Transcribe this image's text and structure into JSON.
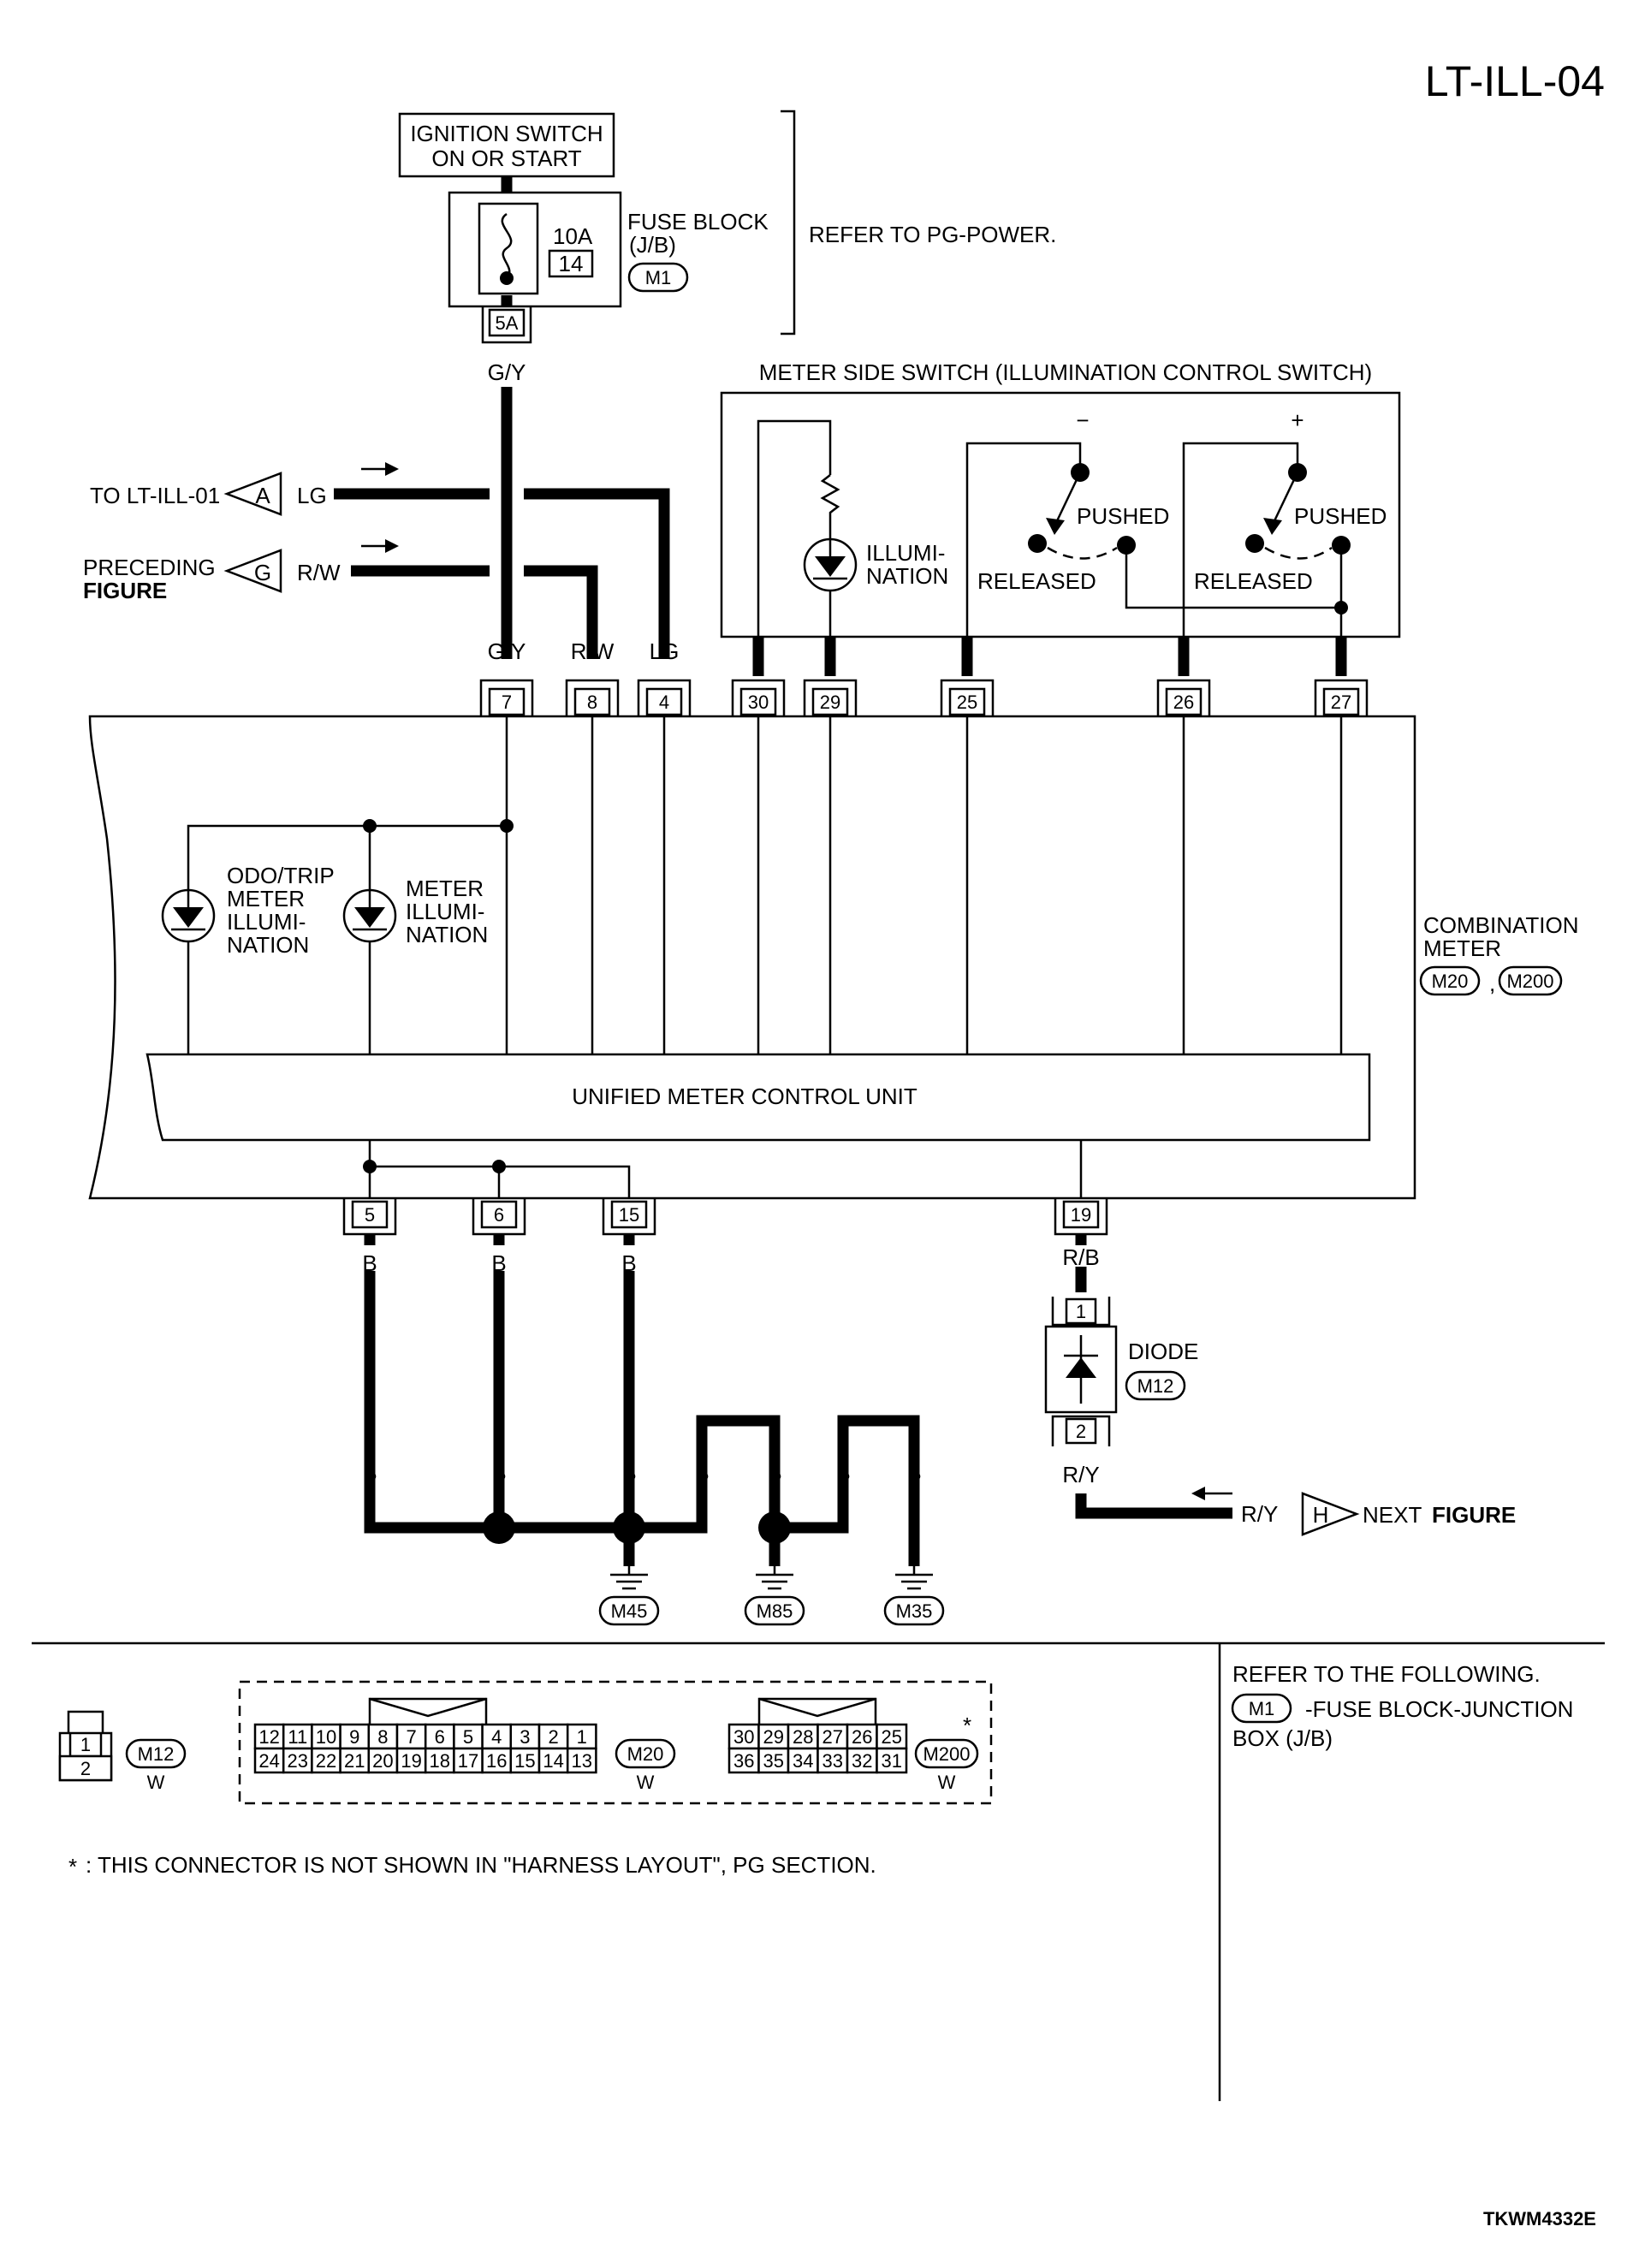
{
  "page_id": "LT-ILL-04",
  "figure_code": "TKWM4332E",
  "power": {
    "ignition_line1": "IGNITION SWITCH",
    "ignition_line2": "ON OR START",
    "fuse_rating": "10A",
    "fuse_number": "14",
    "fuse_block_line1": "FUSE BLOCK",
    "fuse_block_line2": "(J/B)",
    "fuse_block_connector": "M1",
    "fuse_connector": "5A",
    "refer": "REFER TO PG-POWER.",
    "wire_gy": "G/Y"
  },
  "inputs": {
    "a_text": "TO LT-ILL-01",
    "a_letter": "A",
    "a_wire": "LG",
    "g_text1": "PRECEDING",
    "g_text2": "FIGURE",
    "g_letter": "G",
    "g_wire": "R/W"
  },
  "switch": {
    "title": "METER SIDE SWITCH (ILLUMINATION CONTROL SWITCH)",
    "minus": "−",
    "plus": "+",
    "illum_line1": "ILLUMI-",
    "illum_line2": "NATION",
    "pushed": "PUSHED",
    "released": "RELEASED"
  },
  "meter": {
    "label_line1": "COMBINATION",
    "label_line2": "METER",
    "connector1": "M20",
    "separator": ",",
    "connector2": "M200",
    "odo_line1": "ODO/TRIP",
    "odo_line2": "METER",
    "odo_line3": "ILLUMI-",
    "odo_line4": "NATION",
    "meter_line1": "METER",
    "meter_line2": "ILLUMI-",
    "meter_line3": "NATION",
    "unit": "UNIFIED METER CONTROL UNIT"
  },
  "top_terminals": [
    {
      "pin": "7",
      "wire": "G/Y"
    },
    {
      "pin": "8",
      "wire": "R/W"
    },
    {
      "pin": "4",
      "wire": "LG"
    },
    {
      "pin": "30",
      "wire": ""
    },
    {
      "pin": "29",
      "wire": ""
    },
    {
      "pin": "25",
      "wire": ""
    },
    {
      "pin": "26",
      "wire": ""
    },
    {
      "pin": "27",
      "wire": ""
    }
  ],
  "bottom_terminals": [
    {
      "pin": "5",
      "wire": "B"
    },
    {
      "pin": "6",
      "wire": "B"
    },
    {
      "pin": "15",
      "wire": "B"
    },
    {
      "pin": "19",
      "wire": "R/B"
    }
  ],
  "diode": {
    "label": "DIODE",
    "connector": "M12",
    "pin1": "1",
    "pin2": "2",
    "wire_out": "R/Y"
  },
  "next": {
    "wire": "R/Y",
    "letter": "H",
    "text": "NEXT",
    "text_bold": "FIGURE"
  },
  "ground": {
    "wire": "B",
    "grounds": [
      "M45",
      "M85",
      "M35"
    ]
  },
  "legend": {
    "m12_top": "1",
    "m12_bottom": "2",
    "m12_name": "M12",
    "m12_color": "W",
    "m20_top": [
      "12",
      "11",
      "10",
      "9",
      "8",
      "7",
      "6",
      "5",
      "4",
      "3",
      "2",
      "1"
    ],
    "m20_bottom": [
      "24",
      "23",
      "22",
      "21",
      "20",
      "19",
      "18",
      "17",
      "16",
      "15",
      "14",
      "13"
    ],
    "m20_name": "M20",
    "m20_color": "W",
    "m200_top": [
      "30",
      "29",
      "28",
      "27",
      "26",
      "25"
    ],
    "m200_bottom": [
      "36",
      "35",
      "34",
      "33",
      "32",
      "31"
    ],
    "m200_name": "M200",
    "m200_color": "W",
    "star": "*",
    "footnote_star": "*",
    "footnote": ": THIS CONNECTOR IS NOT SHOWN IN \"HARNESS LAYOUT\", PG SECTION.",
    "refer_title": "REFER TO THE FOLLOWING.",
    "refer_connector": "M1",
    "refer_line1": "-FUSE BLOCK-JUNCTION",
    "refer_line2": "BOX (J/B)"
  }
}
